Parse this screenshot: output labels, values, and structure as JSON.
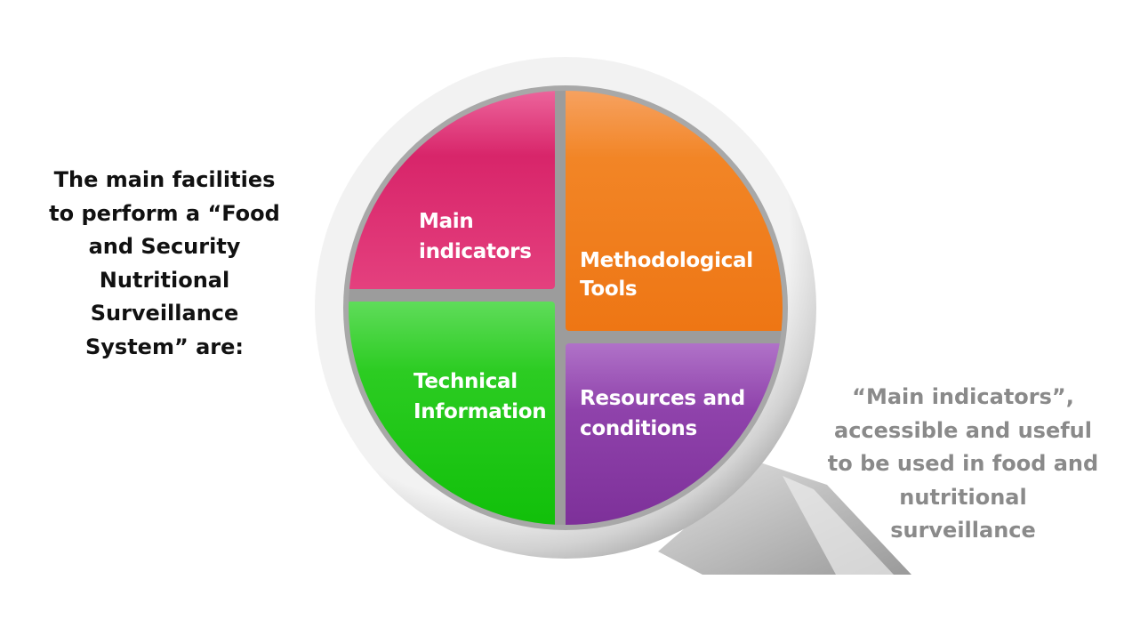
{
  "left_text": [
    "The main facilities",
    "to  perform a “Food",
    "and Security",
    "Nutritional",
    "Surveillance",
    "System” are:"
  ],
  "segments": {
    "main_indicators": {
      "lines": [
        "Main",
        "indicators"
      ],
      "color": "#e0306e"
    },
    "methodological_tools": {
      "lines": [
        "Methodological",
        "Tools"
      ],
      "color": "#f07c1a"
    },
    "technical_information": {
      "lines": [
        "Technical",
        "Information"
      ],
      "color": "#22c814"
    },
    "resources_conditions": {
      "lines": [
        "Resources and",
        "conditions"
      ],
      "color": "#8c3ea6"
    }
  },
  "right_text": [
    "“Main indicators”,",
    "accessible and useful",
    "to be used in food and",
    "nutritional",
    "surveillance"
  ]
}
